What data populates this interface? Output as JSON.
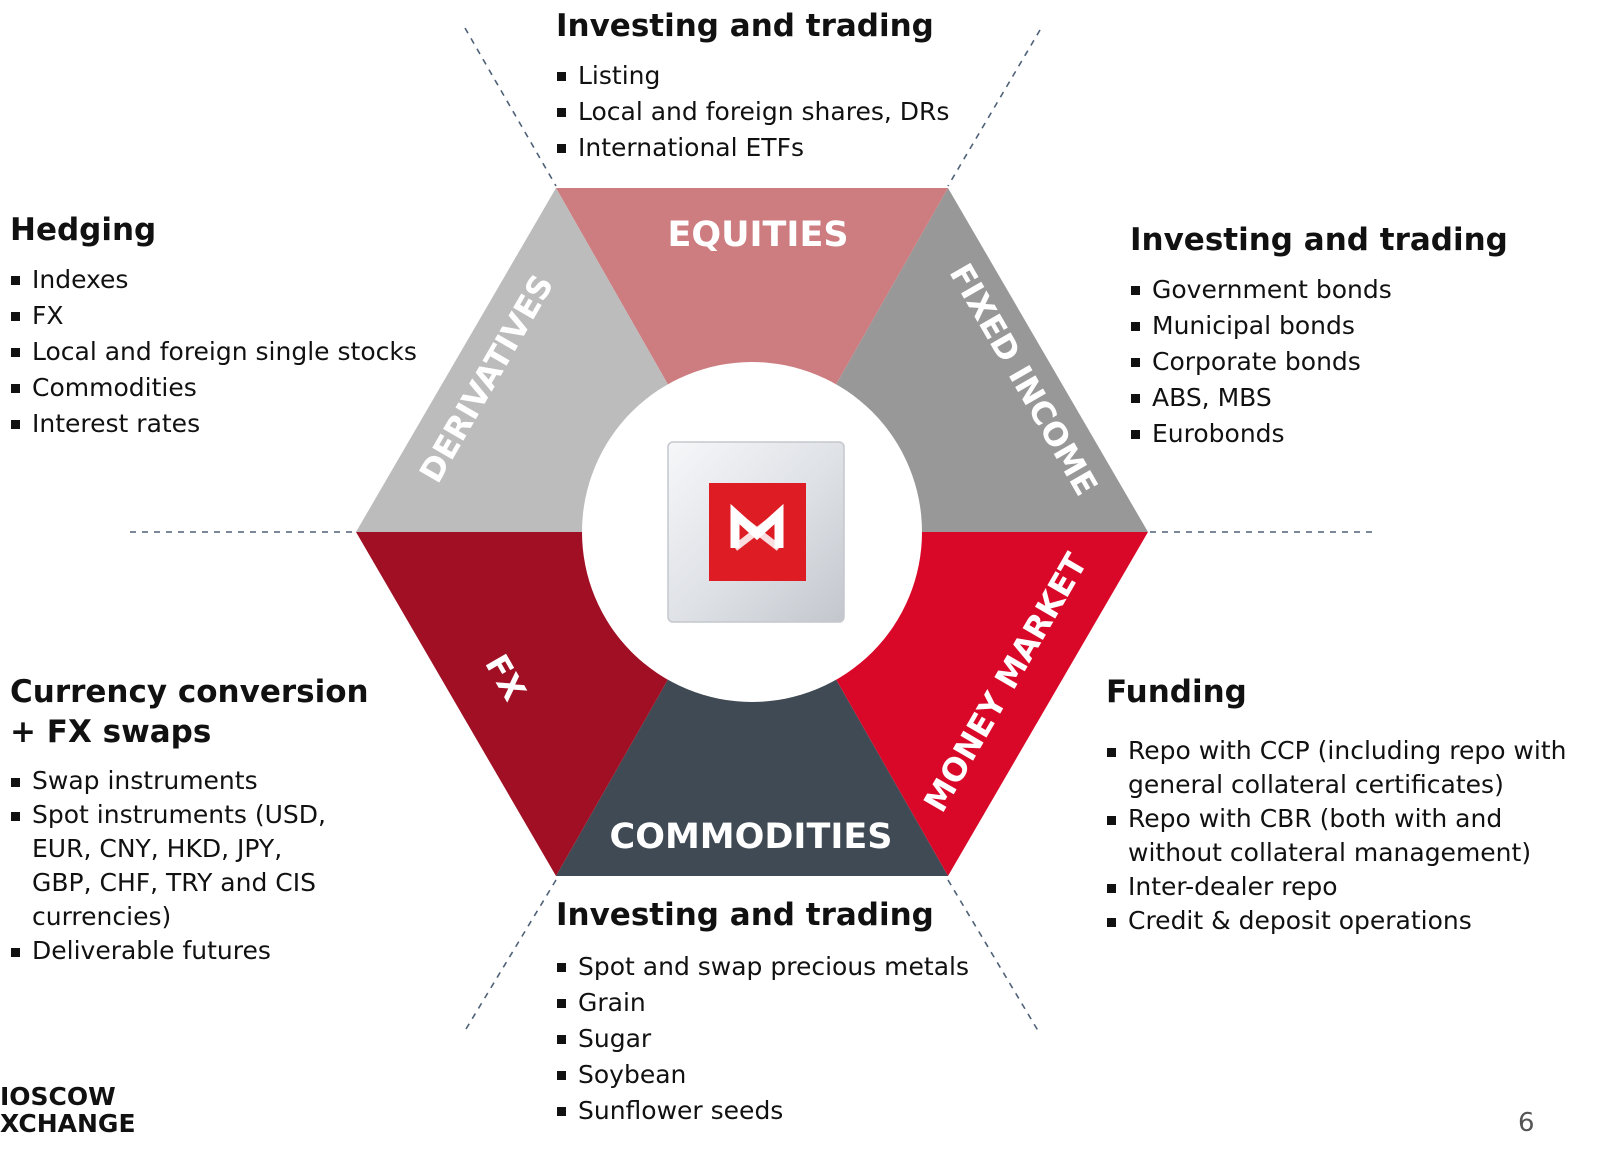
{
  "segments": {
    "equities": "EQUITIES",
    "fixed_income": "FIXED INCOME",
    "money_market": "MONEY MARKET",
    "commodities": "COMMODITIES",
    "fx": "FX",
    "derivatives": "DERIVATIVES"
  },
  "colors": {
    "equities": "#cd7c7f",
    "fixed_income": "#989898",
    "money_market": "#d90829",
    "commodities": "#3f4a54",
    "fx": "#a00f24",
    "derivatives": "#bcbcbc",
    "logo_red": "#de1c24"
  },
  "center_logo": {
    "icon": "moex-logo-icon"
  },
  "blocks": {
    "top": {
      "title": "Investing and trading",
      "items": [
        "Listing",
        "Local and foreign shares, DRs",
        "International ETFs"
      ]
    },
    "left": {
      "title": "Hedging",
      "items": [
        "Indexes",
        "FX",
        "Local and foreign single stocks",
        "Commodities",
        "Interest rates"
      ]
    },
    "right": {
      "title": "Investing and trading",
      "items": [
        "Government bonds",
        "Municipal bonds",
        "Corporate bonds",
        "ABS, MBS",
        "Eurobonds"
      ]
    },
    "fx": {
      "title_line1": "Currency conversion",
      "title_line2": "+ FX swaps",
      "items": [
        "Swap instruments",
        "Spot instruments (USD, EUR, CNY, HKD, JPY, GBP, CHF, TRY and CIS currencies)",
        "Deliverable futures"
      ]
    },
    "funding": {
      "title": "Funding",
      "items": [
        "Repo with CCP (including repo with general collateral certificates)",
        "Repo with CBR (both with and without collateral management)",
        "Inter-dealer repo",
        "Credit & deposit operations"
      ]
    },
    "bottom": {
      "title": "Investing and trading",
      "items": [
        "Spot and swap precious metals",
        "Grain",
        "Sugar",
        "Soybean",
        "Sunflower seeds"
      ]
    }
  },
  "footer": {
    "logo_line1": "IOSCOW",
    "logo_line2": "XCHANGE",
    "page_number": "6"
  }
}
